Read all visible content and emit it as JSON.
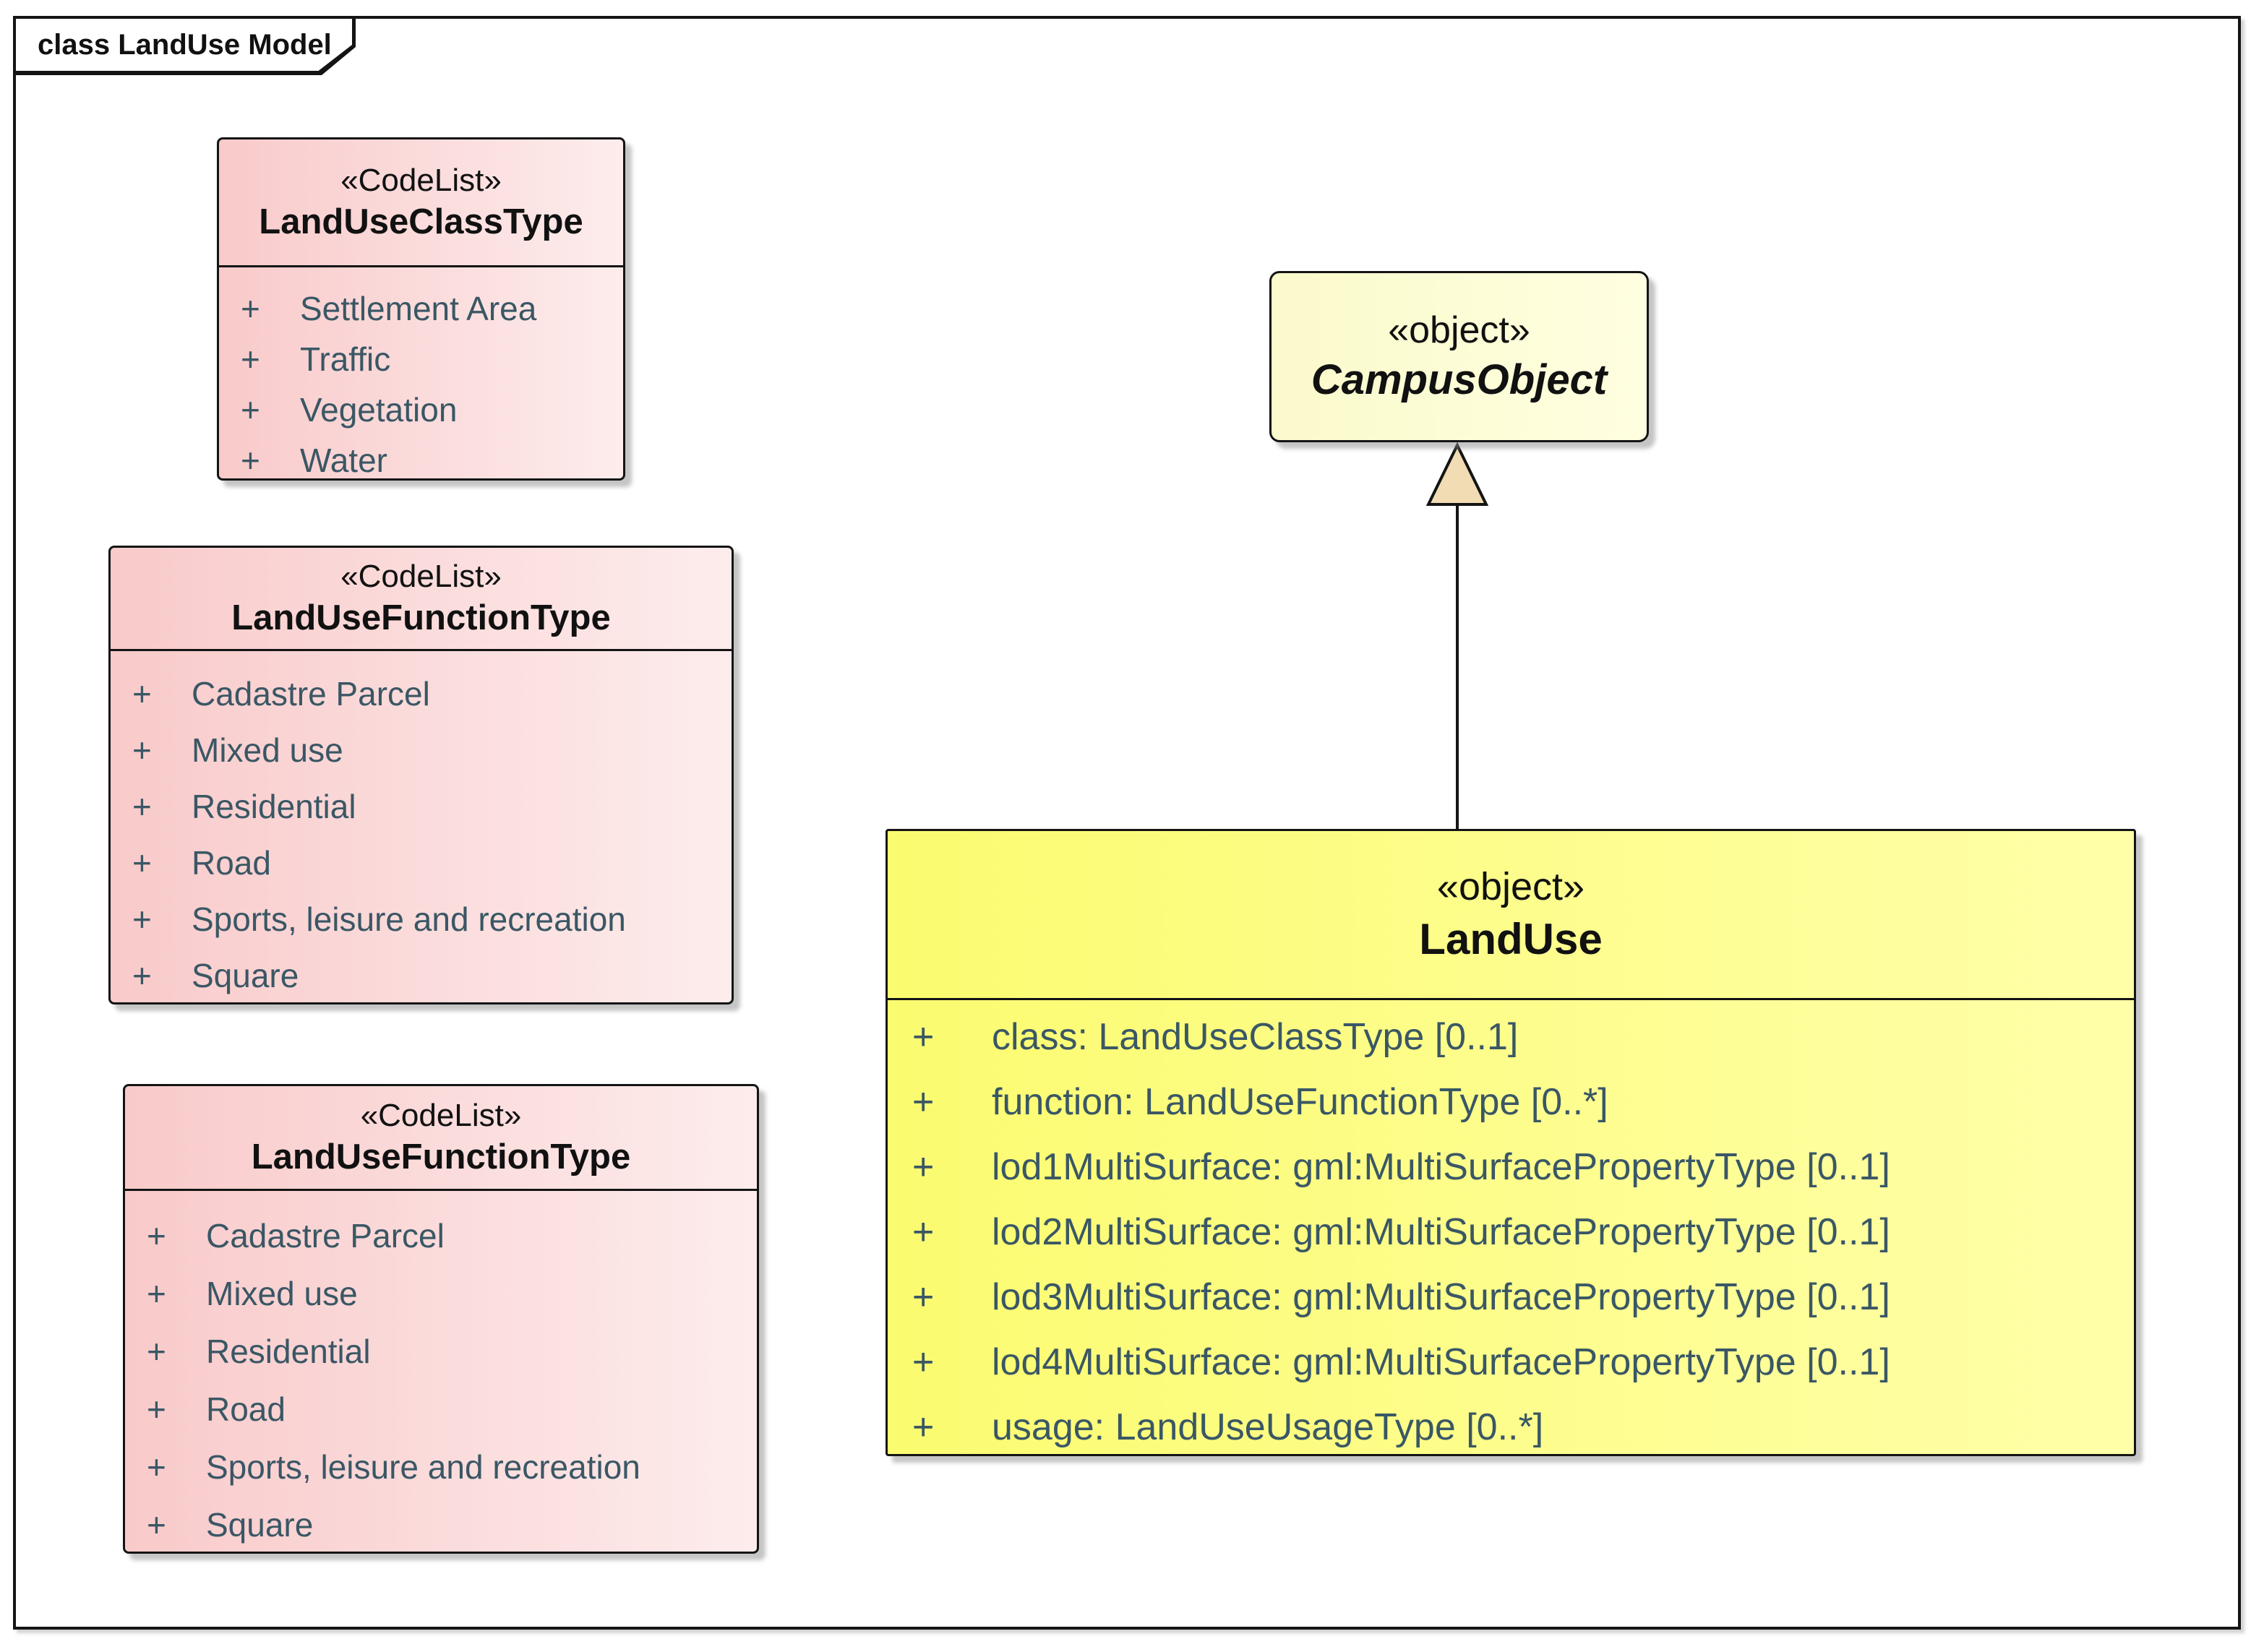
{
  "frame": {
    "title": "class LandUse Model"
  },
  "ui": {
    "plus": "+"
  },
  "colors": {
    "codelist_grad_left": "#F9CACA",
    "codelist_grad_right": "#FDECEC",
    "object_grad_left": "#FBFB70",
    "object_grad_right": "#FFFFA9",
    "abstract_grad_left": "#FAFACB",
    "abstract_grad_right": "#FFFFE1",
    "attr_text": "#3A5765",
    "border_ink": "#141414",
    "arrow_fill": "#F2DCB3"
  },
  "codelists": [
    {
      "stereotype": "«CodeList»",
      "name": "LandUseClassType",
      "items": [
        "Settlement Area",
        "Traffic",
        "Vegetation",
        "Water"
      ]
    },
    {
      "stereotype": "«CodeList»",
      "name": "LandUseFunctionType",
      "items": [
        "Cadastre Parcel",
        "Mixed use",
        "Residential",
        "Road",
        "Sports, leisure and recreation",
        "Square"
      ]
    },
    {
      "stereotype": "«CodeList»",
      "name": "LandUseFunctionType",
      "items": [
        "Cadastre Parcel",
        "Mixed use",
        "Residential",
        "Road",
        "Sports, leisure and recreation",
        "Square"
      ]
    }
  ],
  "campus_object": {
    "stereotype": "«object»",
    "name": "CampusObject"
  },
  "land_use": {
    "stereotype": "«object»",
    "name": "LandUse",
    "attributes": [
      "class: LandUseClassType [0..1]",
      "function: LandUseFunctionType [0..*]",
      "lod1MultiSurface: gml:MultiSurfacePropertyType [0..1]",
      "lod2MultiSurface: gml:MultiSurfacePropertyType [0..1]",
      "lod3MultiSurface: gml:MultiSurfacePropertyType [0..1]",
      "lod4MultiSurface: gml:MultiSurfacePropertyType [0..1]",
      "usage: LandUseUsageType [0..*]"
    ]
  }
}
